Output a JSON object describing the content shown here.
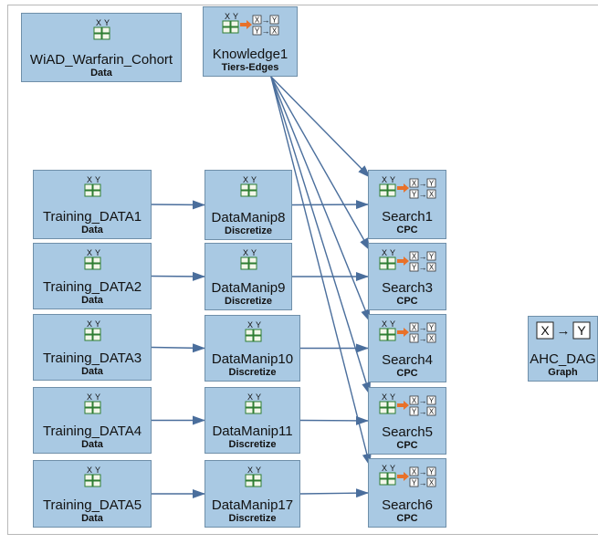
{
  "nodes": {
    "wiad": {
      "title": "WiAD_Warfarin_Cohort",
      "sub": "Data",
      "icon": "data-table-icon"
    },
    "knowledge1": {
      "title": "Knowledge1",
      "sub": "Tiers-Edges",
      "icon": "knowledge-icon"
    },
    "training1": {
      "title": "Training_DATA1",
      "sub": "Data",
      "icon": "data-table-icon"
    },
    "training2": {
      "title": "Training_DATA2",
      "sub": "Data",
      "icon": "data-table-icon"
    },
    "training3": {
      "title": "Training_DATA3",
      "sub": "Data",
      "icon": "data-table-icon"
    },
    "training4": {
      "title": "Training_DATA4",
      "sub": "Data",
      "icon": "data-table-icon"
    },
    "training5": {
      "title": "Training_DATA5",
      "sub": "Data",
      "icon": "data-table-icon"
    },
    "dm8": {
      "title": "DataManip8",
      "sub": "Discretize",
      "icon": "data-table-icon"
    },
    "dm9": {
      "title": "DataManip9",
      "sub": "Discretize",
      "icon": "data-table-icon"
    },
    "dm10": {
      "title": "DataManip10",
      "sub": "Discretize",
      "icon": "data-table-icon"
    },
    "dm11": {
      "title": "DataManip11",
      "sub": "Discretize",
      "icon": "data-table-icon"
    },
    "dm17": {
      "title": "DataManip17",
      "sub": "Discretize",
      "icon": "data-table-icon"
    },
    "search1": {
      "title": "Search1",
      "sub": "CPC",
      "icon": "search-icon"
    },
    "search3": {
      "title": "Search3",
      "sub": "CPC",
      "icon": "search-icon"
    },
    "search4": {
      "title": "Search4",
      "sub": "CPC",
      "icon": "search-icon"
    },
    "search5": {
      "title": "Search5",
      "sub": "CPC",
      "icon": "search-icon"
    },
    "search6": {
      "title": "Search6",
      "sub": "CPC",
      "icon": "search-icon"
    },
    "ahc": {
      "title": "AHC_DAG",
      "sub": "Graph",
      "icon": "graph-icon"
    }
  },
  "icon_glyphs": {
    "x": "X",
    "y": "Y",
    "arrow": "→",
    "cell": "☐"
  },
  "colors": {
    "node_fill": "#a9c9e3",
    "node_border": "#6f8fa9",
    "edge": "#4a6e9c",
    "icon_arrow": "#e8712a",
    "icon_cell": "#2e7d32"
  },
  "edges": [
    [
      "training1",
      "dm8"
    ],
    [
      "training2",
      "dm9"
    ],
    [
      "training3",
      "dm10"
    ],
    [
      "training4",
      "dm11"
    ],
    [
      "training5",
      "dm17"
    ],
    [
      "dm8",
      "search1"
    ],
    [
      "dm9",
      "search3"
    ],
    [
      "dm10",
      "search4"
    ],
    [
      "dm11",
      "search5"
    ],
    [
      "dm17",
      "search6"
    ],
    [
      "knowledge1",
      "search1"
    ],
    [
      "knowledge1",
      "search3"
    ],
    [
      "knowledge1",
      "search4"
    ],
    [
      "knowledge1",
      "search5"
    ],
    [
      "knowledge1",
      "search6"
    ]
  ]
}
